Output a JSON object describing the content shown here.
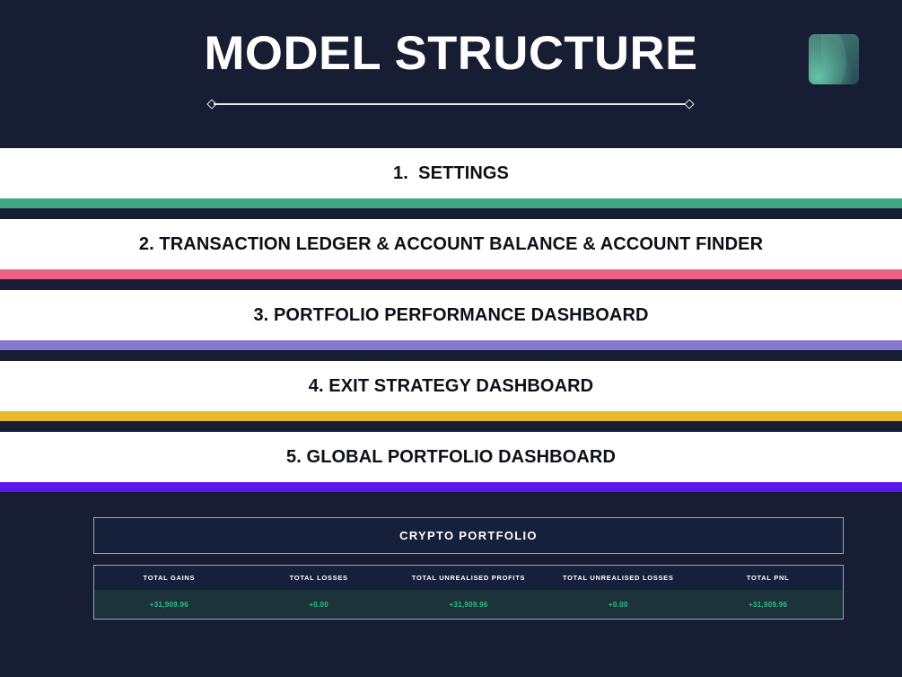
{
  "header": {
    "title": "MODEL STRUCTURE",
    "divider_icon": "diamond-line-divider",
    "logo_icon": "brand-logo"
  },
  "colors": {
    "background": "#171e33",
    "band": "#ffffff",
    "text_dark": "#0e0f18",
    "stripe_green": "#41a684",
    "stripe_pink": "#ee5f85",
    "stripe_purple": "#8878d0",
    "stripe_gold": "#eab92b",
    "stripe_violet": "#5b16e8",
    "panel_border": "#9aa4bb",
    "value_green": "#29c08a",
    "value_row_bg": "#1c333a"
  },
  "structure": {
    "rows": [
      {
        "label": "1.  SETTINGS",
        "stripe_color": "#41a684",
        "name": "settings"
      },
      {
        "label": "2. TRANSACTION LEDGER & ACCOUNT BALANCE & ACCOUNT FINDER",
        "stripe_color": "#ee5f85",
        "name": "transaction-ledger"
      },
      {
        "label": "3. PORTFOLIO PERFORMANCE DASHBOARD",
        "stripe_color": "#8878d0",
        "name": "portfolio-performance"
      },
      {
        "label": "4. EXIT STRATEGY DASHBOARD",
        "stripe_color": "#eab92b",
        "name": "exit-strategy"
      },
      {
        "label": "5. GLOBAL PORTFOLIO DASHBOARD",
        "stripe_color": "#5b16e8",
        "name": "global-portfolio"
      }
    ]
  },
  "panel": {
    "title": "CRYPTO PORTFOLIO",
    "columns": [
      "TOTAL GAINS",
      "TOTAL LOSSES",
      "TOTAL UNREALISED PROFITS",
      "TOTAL UNREALISED LOSSES",
      "TOTAL PNL"
    ],
    "values": [
      "+31,909.96",
      "+0.00",
      "+31,909.96",
      "+0.00",
      "+31,909.96"
    ]
  }
}
